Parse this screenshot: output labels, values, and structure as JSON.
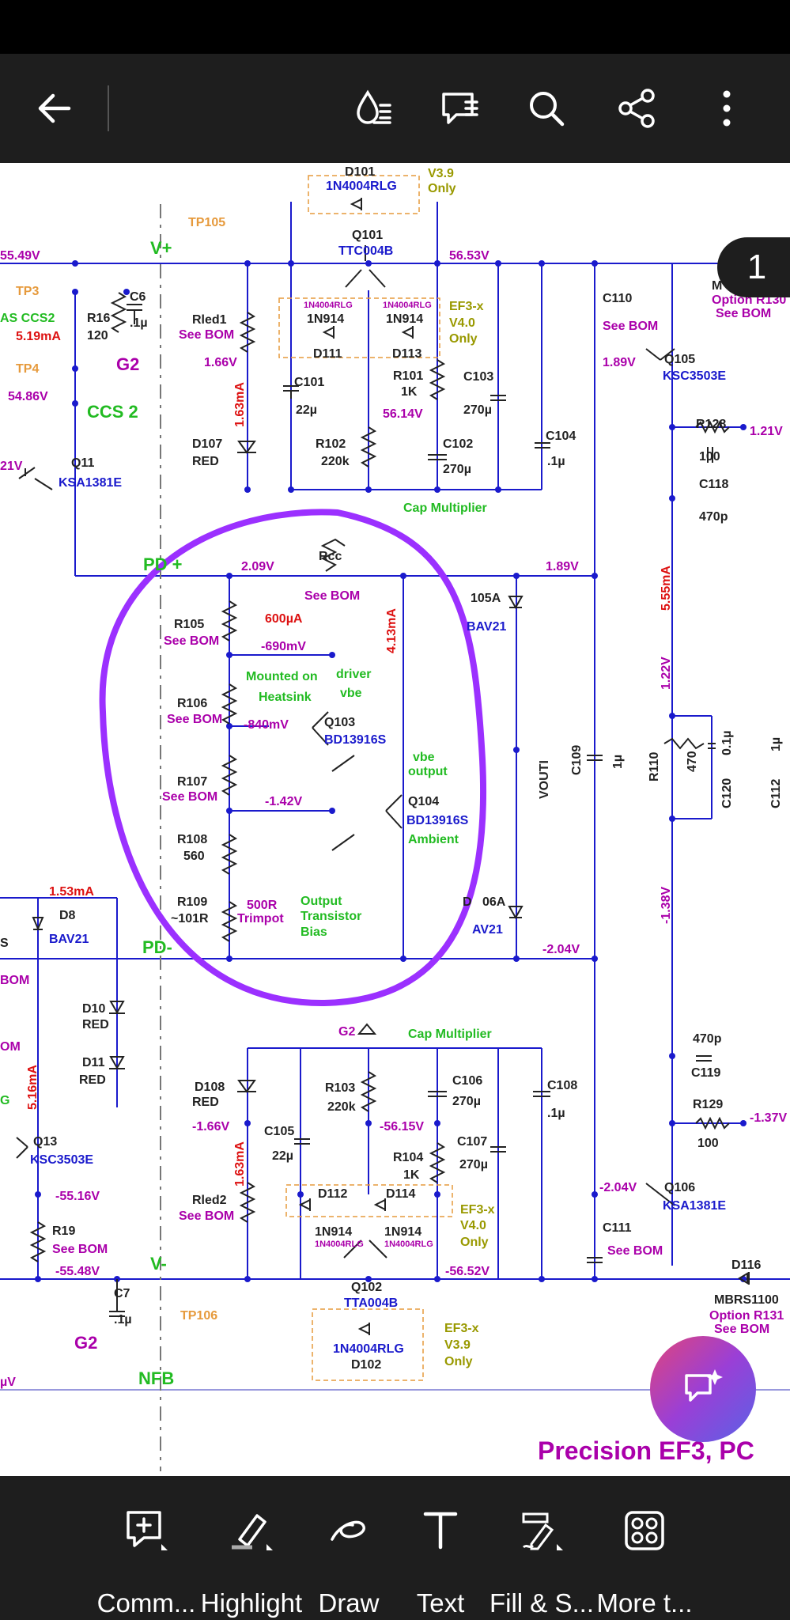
{
  "toolbar": {
    "back_icon": "back-arrow-icon",
    "icons": [
      "read-aloud-icon",
      "comments-icon",
      "search-icon",
      "share-icon",
      "more-icon"
    ]
  },
  "page_number": "1",
  "bottom_bar": {
    "items": [
      {
        "label": "Comm...",
        "icon": "comment-add-icon"
      },
      {
        "label": "Highlight",
        "icon": "highlight-icon"
      },
      {
        "label": "Draw",
        "icon": "draw-icon"
      },
      {
        "label": "Text",
        "icon": "text-icon"
      },
      {
        "label": "Fill & S...",
        "icon": "fill-sign-icon"
      },
      {
        "label": "More t...",
        "icon": "more-tools-icon"
      }
    ]
  },
  "colors": {
    "toolbar_bg": "#1e1e1e",
    "schematic_green": "#22bb22",
    "schematic_purple": "#aa00aa",
    "schematic_blue": "#1a1acc",
    "schematic_red": "#dd1111",
    "schematic_olive": "#999900",
    "schematic_orange": "#e69a3c",
    "annotation_purple": "#9b30ff"
  },
  "schematic": {
    "labels": {
      "vplus": "V+",
      "vminus": "V-",
      "nfb": "NFB",
      "pdplus": "PD +",
      "pdminus": "PD-",
      "ccs2": "CCS 2",
      "as_ccs2": "AS  CCS2",
      "g2_a": "G2",
      "g2_b": "G2",
      "g2_c": "G2",
      "v_5549": "55.49V",
      "v_5653": "56.53V",
      "v_5614": "56.14V",
      "v_5486": "54.86V",
      "v_21": "21V",
      "v_166": "1.66V",
      "v_189a": "1.89V",
      "v_189b": "1.89V",
      "v_209": "2.09V",
      "v_121": "1.21V",
      "v_122": "1.22V",
      "v_138": "-1.38V",
      "v_137": "-1.37V",
      "v_204a": "-2.04V",
      "v_204b": "-2.04V",
      "v_166n": "-1.66V",
      "v_5615n": "-56.15V",
      "v_5652n": "-56.52V",
      "v_5516n": "-55.16V",
      "v_5548n": "-55.48V",
      "v_uv": "µV",
      "d101": "D101",
      "d101_part": "1N4004RLG",
      "v39_a": "V3.9",
      "only_a": "Only",
      "tp105": "TP105",
      "tp3": "TP3",
      "tp4": "TP4",
      "tp106": "TP106",
      "q101": "Q101",
      "q101_part": "TTC004B",
      "d111_part_s": "1N4004RLG",
      "d111_part": "1N914",
      "d111": "D111",
      "d113_part_s": "1N4004RLG",
      "d113_part": "1N914",
      "d113": "D113",
      "ef3x_a": "EF3-x",
      "v40_a": "V4.0",
      "only_b": "Only",
      "r16": "R16",
      "r16_val": "120",
      "c6": "C6",
      "c6_val": ".1µ",
      "ma519": "5.19mA",
      "rled1": "Rled1",
      "see_bom_rled1": "See BOM",
      "c101": "C101",
      "c101_val": "22µ",
      "r101": "R101",
      "r101_val": "1K",
      "c103": "C103",
      "c103_val": "270µ",
      "c110": "C110",
      "see_bom_c110": "See BOM",
      "q105": "Q105",
      "q105_part": "KSC3503E",
      "opt_r130": "Option R130",
      "see_bom_r130": "See BOM",
      "m_cut": "M",
      "d107": "D107",
      "d107_color": "RED",
      "ma163a": "1.63mA",
      "r102": "R102",
      "r102_val": "220k",
      "c102": "C102",
      "c102_val": "270µ",
      "c104": "C104",
      "c104_val": ".1µ",
      "r128": "R128",
      "r128_val": "100",
      "c118": "C118",
      "c118_val": "470p",
      "q11": "Q11",
      "q11_part": "KSA1381E",
      "cap_mult_a": "Cap Multiplier",
      "rcc": "Rcc",
      "see_bom_rcc": "See BOM",
      "ma413": "4.13mA",
      "d105a": "105A",
      "bav21_a": "BAV21",
      "ma555": "5.55mA",
      "r105": "R105",
      "see_bom_r105": "See BOM",
      "ua600": "600µA",
      "mv690": "-690mV",
      "mounted": "Mounted on",
      "heatsink": "Heatsink",
      "driver": "driver",
      "vbe_a": "vbe",
      "r106": "R106",
      "see_bom_r106": "See BOM",
      "mv840": "-840mV",
      "q103": "Q103",
      "q103_part": "BD13916S",
      "vbe_b": "vbe",
      "output_w": "output",
      "r107": "R107",
      "see_bom_r107": "See BOM",
      "v142": "-1.42V",
      "q104": "Q104",
      "q104_part": "BD13916S",
      "ambient": "Ambient",
      "vouti": "VOUTI",
      "c109": "C109",
      "c109_val": "1µ",
      "r110": "R110",
      "r110_val": "470",
      "c120_val": "0.1µ",
      "c120": "C120",
      "c112": "C112",
      "c112_val": "1µ",
      "r108": "R108",
      "r108_val": "560",
      "r109": "R109",
      "r109_val": "~101R",
      "trim_val": "500R",
      "trimpot": "Trimpot",
      "otb1": "Output",
      "otb2": "Transistor",
      "otb3": "Bias",
      "d106a": "06A",
      "d_cut": "D",
      "bav21_b": "AV21",
      "ma153": "1.53mA",
      "d8": "D8",
      "bav21_c": "BAV21",
      "s_cut": "S",
      "bom_cut_a": "BOM",
      "om_cut": "OM",
      "g_cut": "G",
      "d10": "D10",
      "d10_color": "RED",
      "d11": "D11",
      "d11_color": "RED",
      "ma516": "5.16mA",
      "cap_mult_b": "Cap Multiplier",
      "d108": "D108",
      "d108_color": "RED",
      "r103": "R103",
      "r103_val": "220k",
      "c106": "C106",
      "c106_val": "270µ",
      "c108": "C108",
      "c108_val": ".1µ",
      "c119_val": "470p",
      "c119": "C119",
      "r129": "R129",
      "r129_val": "100",
      "q13": "Q13",
      "q13_part": "KSC3503E",
      "c105": "C105",
      "c105_val": "22µ",
      "r104": "R104",
      "r104_val": "1K",
      "c107": "C107",
      "c107_val": "270µ",
      "ma163b": "1.63mA",
      "d112": "D112",
      "d114": "D114",
      "d112_part": "1N914",
      "d112_part_s": "1N4004RLG",
      "d114_part": "1N914",
      "d114_part_s": "1N4004RLG",
      "ef3x_b": "EF3-x",
      "v40_b": "V4.0",
      "only_c": "Only",
      "q106": "Q106",
      "q106_part": "KSA1381E",
      "c111": "C111",
      "see_bom_c111": "See BOM",
      "rled2": "Rled2",
      "see_bom_rled2": "See BOM",
      "r19": "R19",
      "see_bom_r19": "See BOM",
      "d116": "D116",
      "mbrs": "MBRS1100",
      "opt_r131": "Option R131",
      "see_bom_r131": "See BOM",
      "q102": "Q102",
      "q102_part": "TTA004B",
      "c7": "C7",
      "c7_val": ".1µ",
      "d102_part": "1N4004RLG",
      "d102": "D102",
      "ef3x_c": "EF3-x",
      "v39_b": "V3.9",
      "only_d": "Only",
      "footer_title": "Precision EF3, PC"
    }
  }
}
